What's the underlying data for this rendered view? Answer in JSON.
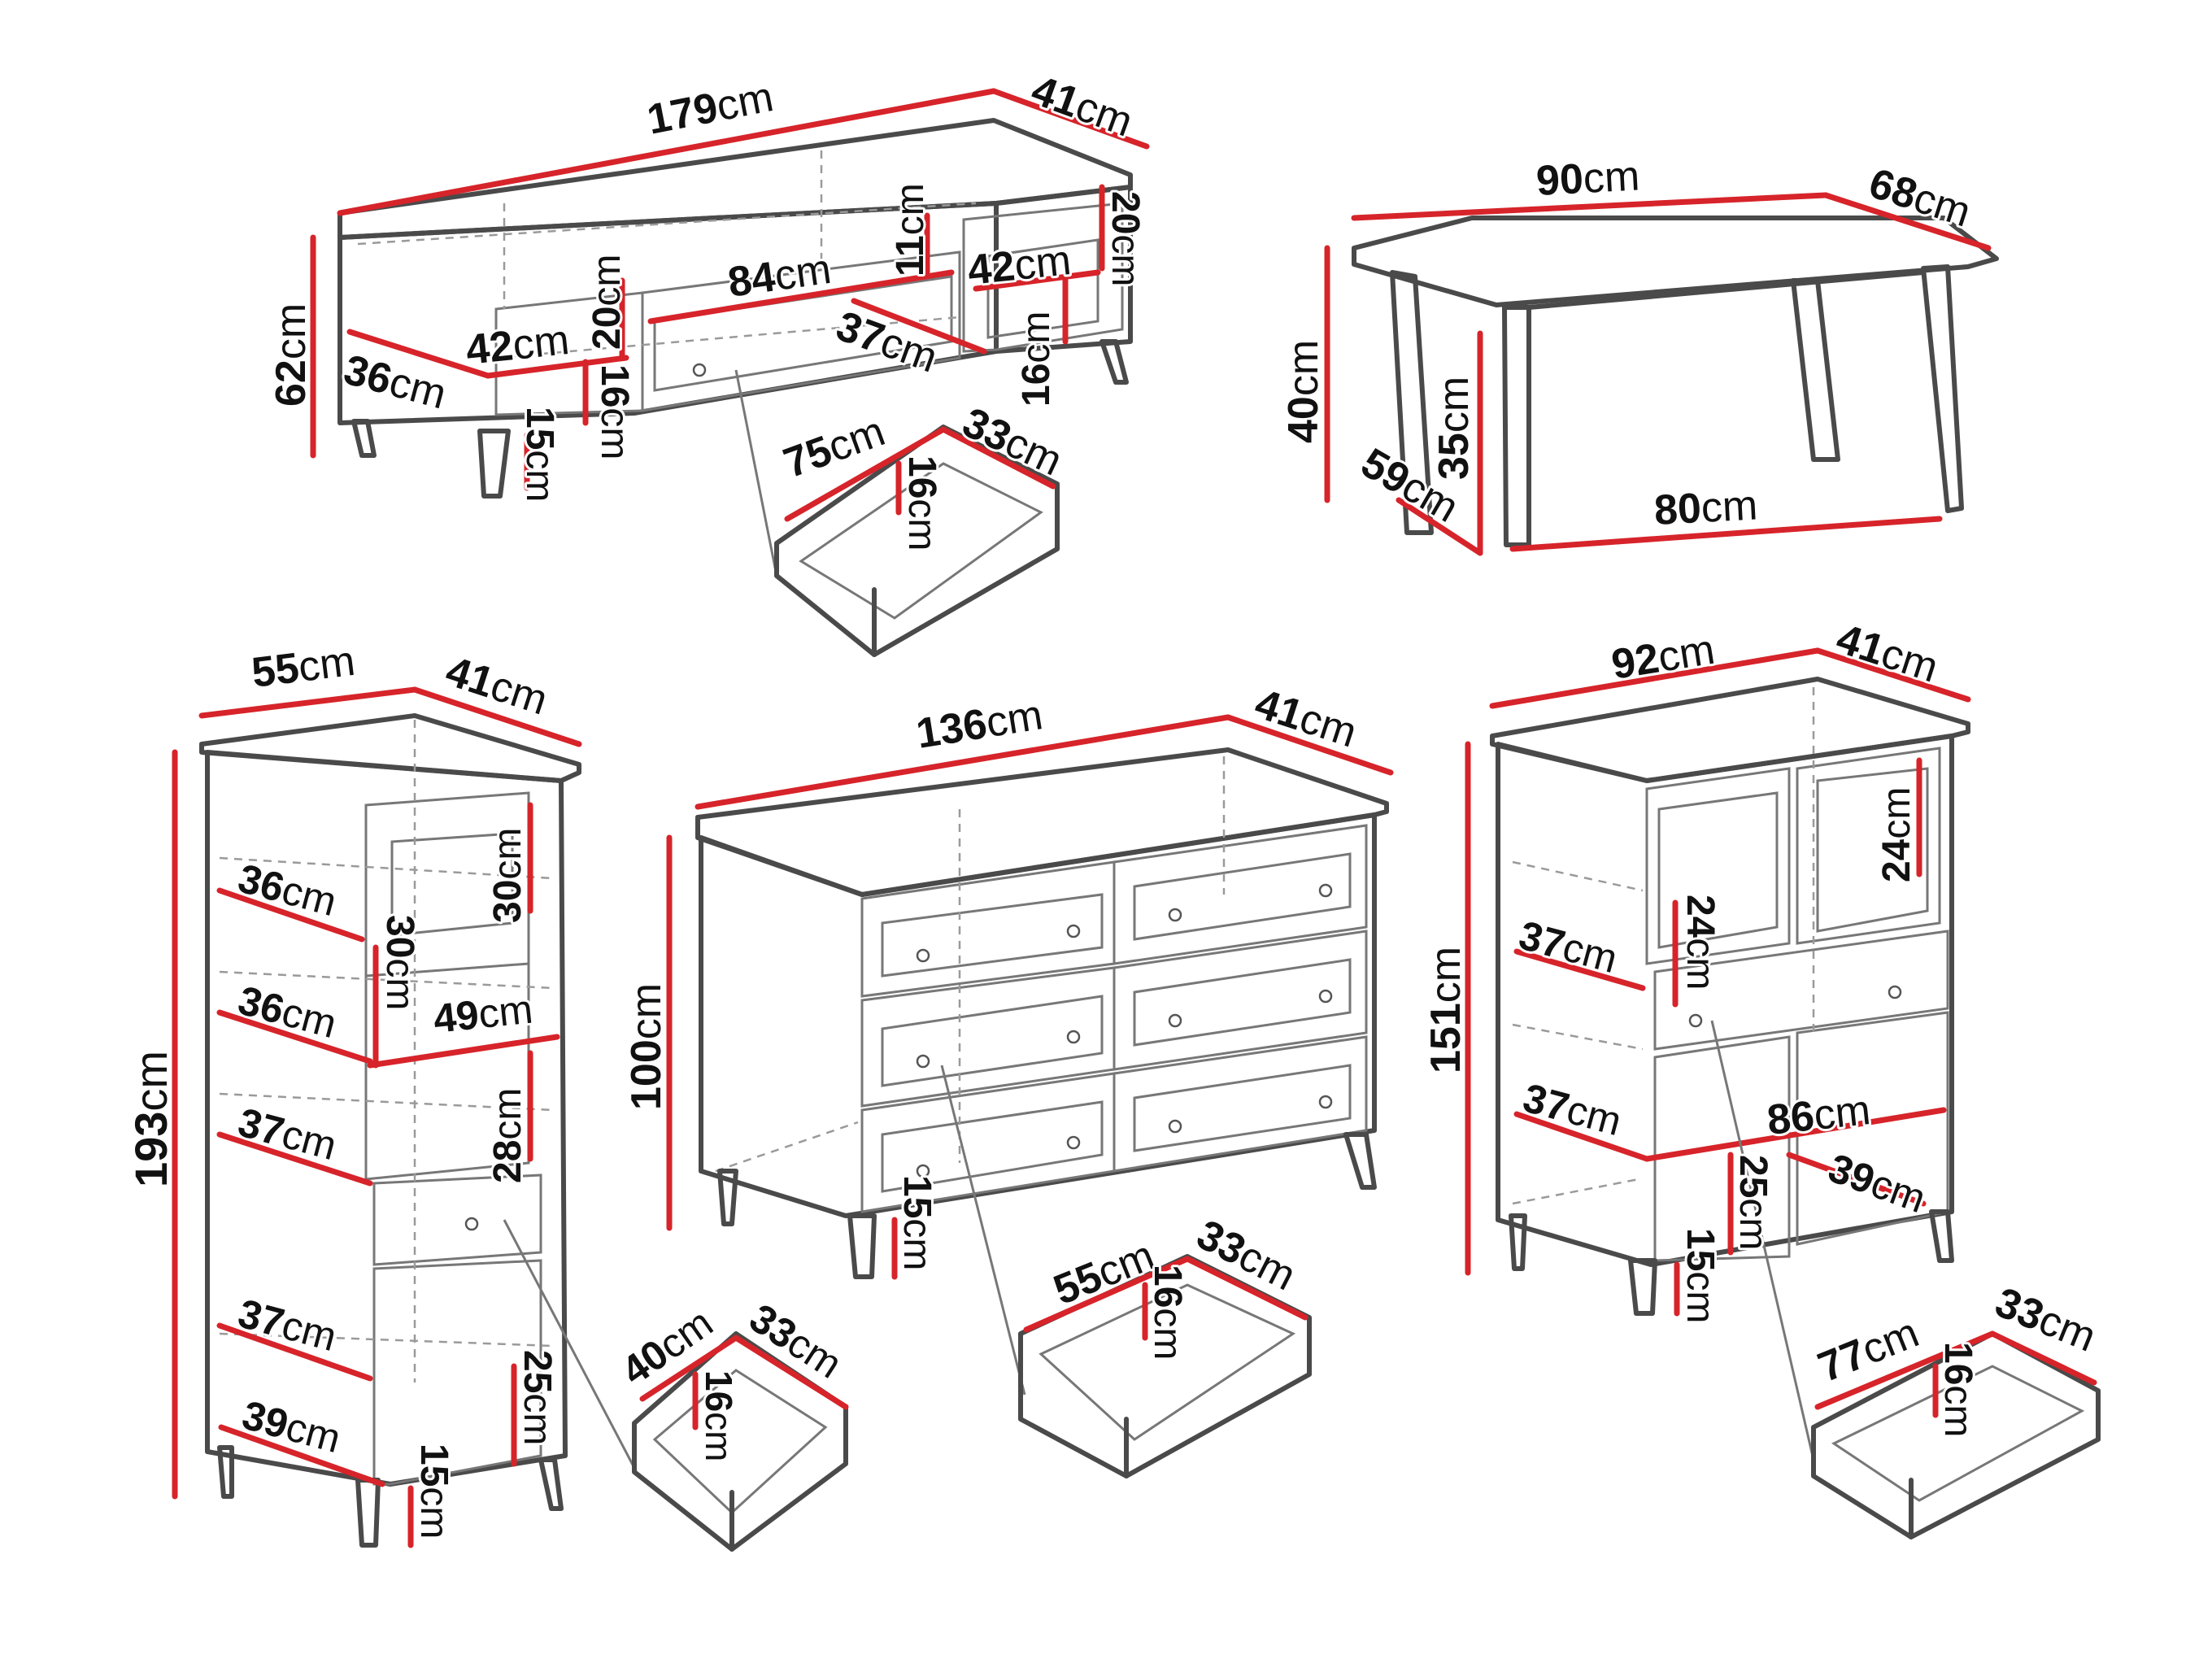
{
  "accent_color": "#d6242a",
  "outline_color": "#4a4a4a",
  "tv_stand": {
    "width": "179",
    "depth": "41",
    "height": "62",
    "shelf_depth_left": "36",
    "side_width_left": "42",
    "side_height_left": "20",
    "drawer_front_height": "16",
    "leg_height": "15",
    "center_width": "84",
    "center_top_height": "11",
    "center_depth": "37",
    "side_width_right": "42",
    "side_height_right": "20",
    "drawer_front_height_right": "16",
    "drawer": {
      "width": "75",
      "depth": "33",
      "height": "16"
    }
  },
  "coffee_table": {
    "width": "90",
    "depth": "68",
    "height": "40",
    "inner_height": "35",
    "inner_depth": "59",
    "inner_width": "80"
  },
  "tall_cabinet": {
    "width": "55",
    "depth": "41",
    "height": "193",
    "shelf1": "36",
    "shelf2": "36",
    "shelf3": "37",
    "shelf4": "37",
    "bottom": "39",
    "glass_top": "30",
    "glass_mid": "30",
    "inner_width": "49",
    "glass_low": "28",
    "lower_height": "25",
    "leg_height": "15",
    "drawer": {
      "width": "40",
      "depth": "33",
      "height": "16"
    }
  },
  "dresser": {
    "width": "136",
    "depth": "41",
    "height": "100",
    "leg_height": "15",
    "drawer": {
      "width": "55",
      "depth": "33",
      "height": "16"
    }
  },
  "sideboard": {
    "width": "92",
    "depth": "41",
    "height": "151",
    "shelf1": "37",
    "shelf2": "37",
    "upper_height_right": "24",
    "upper_height_left": "24",
    "inner_width": "86",
    "lower_depth": "39",
    "lower_height": "25",
    "leg_height": "15",
    "drawer": {
      "width": "77",
      "depth": "33",
      "height": "16"
    }
  },
  "unit": "cm"
}
